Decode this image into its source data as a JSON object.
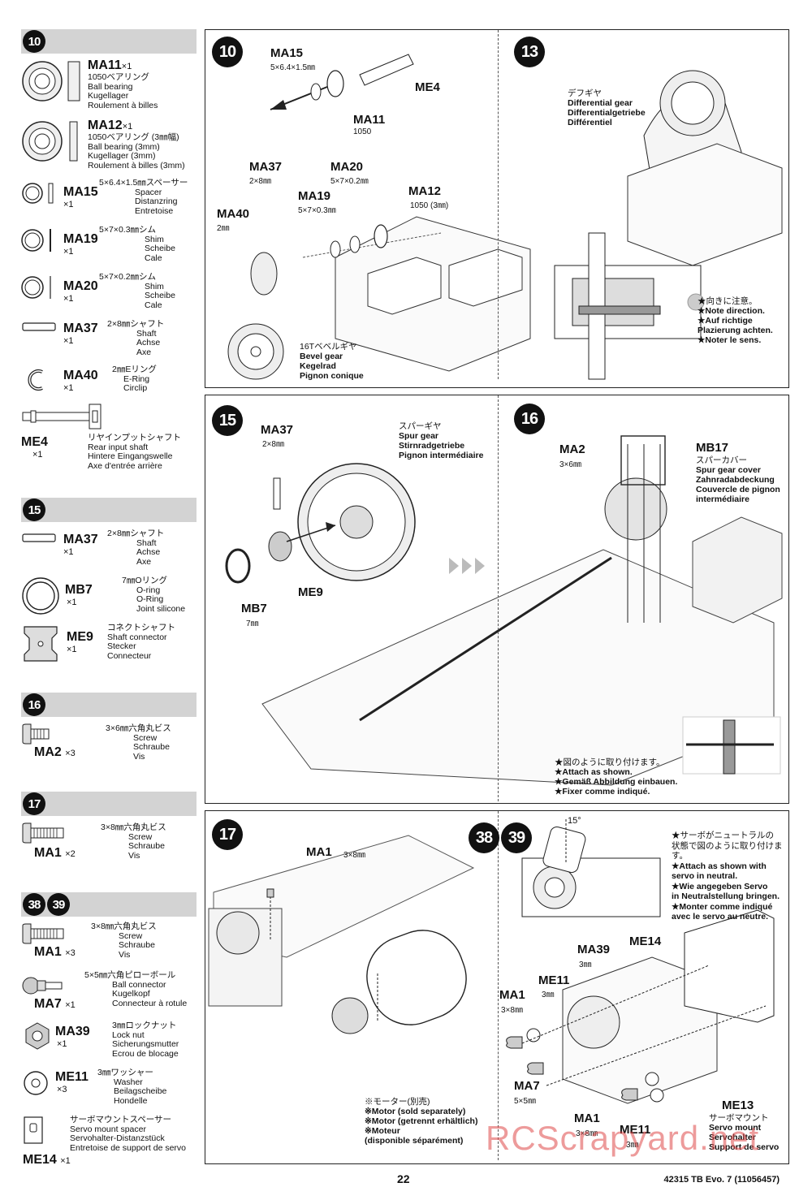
{
  "sidebar": {
    "sec10": {
      "num": "10"
    },
    "ma11": {
      "id": "MA11",
      "qty": "×1",
      "lines": [
        "1050ベアリング",
        "Ball bearing",
        "Kugellager",
        "Roulement à billes"
      ]
    },
    "ma12": {
      "id": "MA12",
      "qty": "×1",
      "lines": [
        "1050ベアリング (3㎜幅)",
        "Ball bearing (3mm)",
        "Kugellager (3mm)",
        "Roulement à billes (3mm)"
      ]
    },
    "ma15": {
      "id": "MA15",
      "qty": "×1",
      "lines": [
        "5×6.4×1.5㎜スペーサー",
        "Spacer",
        "Distanzring",
        "Entretoise"
      ]
    },
    "ma19": {
      "id": "MA19",
      "qty": "×1",
      "lines": [
        "5×7×0.3㎜シム",
        "Shim",
        "Scheibe",
        "Cale"
      ]
    },
    "ma20": {
      "id": "MA20",
      "qty": "×1",
      "lines": [
        "5×7×0.2㎜シム",
        "Shim",
        "Scheibe",
        "Cale"
      ]
    },
    "ma37": {
      "id": "MA37",
      "qty": "×1",
      "lines": [
        "2×8㎜シャフト",
        "Shaft",
        "Achse",
        "Axe"
      ]
    },
    "ma40": {
      "id": "MA40",
      "qty": "×1",
      "lines": [
        "2㎜Eリング",
        "E-Ring",
        "Circlip"
      ]
    },
    "me4": {
      "id": "ME4",
      "qty": "×1",
      "lines": [
        "リヤインプットシャフト",
        "Rear input shaft",
        "Hintere Eingangswelle",
        "Axe d'entrée arrière"
      ]
    },
    "sec15": {
      "num": "15"
    },
    "ma37b": {
      "id": "MA37",
      "qty": "×1",
      "lines": [
        "2×8㎜シャフト",
        "Shaft",
        "Achse",
        "Axe"
      ]
    },
    "mb7": {
      "id": "MB7",
      "qty": "×1",
      "lines": [
        "7㎜Oリング",
        "O-ring",
        "O-Ring",
        "Joint silicone"
      ]
    },
    "me9": {
      "id": "ME9",
      "qty": "×1",
      "lines": [
        "コネクトシャフト",
        "Shaft connector",
        "Stecker",
        "Connecteur"
      ]
    },
    "sec16": {
      "num": "16"
    },
    "ma2": {
      "id": "MA2",
      "qty": "×3",
      "lines": [
        "3×6㎜六角丸ビス",
        "Screw",
        "Schraube",
        "Vis"
      ]
    },
    "sec17": {
      "num": "17"
    },
    "ma1": {
      "id": "MA1",
      "qty": "×2",
      "lines": [
        "3×8㎜六角丸ビス",
        "Screw",
        "Schraube",
        "Vis"
      ]
    },
    "sec3839": {
      "num_a": "38",
      "num_b": "39"
    },
    "ma1b": {
      "id": "MA1",
      "qty": "×3",
      "lines": [
        "3×8㎜六角丸ビス",
        "Screw",
        "Schraube",
        "Vis"
      ]
    },
    "ma7": {
      "id": "MA7",
      "qty": "×1",
      "lines": [
        "5×5㎜六角ピローボール",
        "Ball connector",
        "Kugelkopf",
        "Connecteur à rotule"
      ]
    },
    "ma39": {
      "id": "MA39",
      "qty": "×1",
      "lines": [
        "3㎜ロックナット",
        "Lock nut",
        "Sicherungsmutter",
        "Ecrou de blocage"
      ]
    },
    "me11": {
      "id": "ME11",
      "qty": "×3",
      "lines": [
        "3㎜ワッシャー",
        "Washer",
        "Beilagscheibe",
        "Hondelle"
      ]
    },
    "me14": {
      "id": "ME14",
      "qty": "×1",
      "lines": [
        "サーボマウントスペーサー",
        "Servo mount spacer",
        "Servohalter-Distanzstück",
        "Entretoise de support de servo"
      ]
    }
  },
  "steps": {
    "s10": {
      "num": "10",
      "ma15": "MA15",
      "ma15_size": "5×6.4×1.5㎜",
      "me4": "ME4",
      "ma11": "MA11",
      "ma11_size": "1050",
      "ma37": "MA37",
      "ma37_size": "2×8㎜",
      "ma20": "MA20",
      "ma20_size": "5×7×0.2㎜",
      "ma19": "MA19",
      "ma19_size": "5×7×0.3㎜",
      "ma12": "MA12",
      "ma12_size": "1050 (3㎜)",
      "ma40": "MA40",
      "ma40_size": "2㎜",
      "bevel": [
        "16Tベベルギヤ",
        "Bevel gear",
        "Kegelrad",
        "Pignon conique"
      ]
    },
    "s13": {
      "num": "13",
      "diff": [
        "デフギヤ",
        "Differential gear",
        "Differentialgetriebe",
        "Différentiel"
      ],
      "note": [
        "★向きに注意。",
        "★Note direction.",
        "★Auf richtige",
        "Plazierung achten.",
        "★Noter le sens."
      ]
    },
    "s15": {
      "num": "15",
      "ma37": "MA37",
      "ma37_size": "2×8㎜",
      "spur": [
        "スパーギヤ",
        "Spur gear",
        "Stirnradgetriebe",
        "Pignon intermédiaire"
      ],
      "me9": "ME9",
      "mb7": "MB7",
      "mb7_size": "7㎜"
    },
    "s16": {
      "num": "16",
      "ma2": "MA2",
      "ma2_size": "3×6㎜",
      "mb17": "MB17",
      "cover": [
        "スパーカバー",
        "Spur gear cover",
        "Zahnradabdeckung",
        "Couvercle de pignon",
        "intermédiaire"
      ],
      "attach": [
        "★図のように取り付けます。",
        "★Attach as shown.",
        "★Gemäß Abbildung einbauen.",
        "★Fixer comme indiqué."
      ]
    },
    "s17": {
      "num": "17",
      "ma1": "MA1",
      "ma1_size": "3×8㎜",
      "motor": [
        "※モーター(別売)",
        "※Motor (sold separately)",
        "※Motor (getrennt erhältlich)",
        "※Moteur",
        "(disponible séparément)"
      ]
    },
    "s3839": {
      "num_a": "38",
      "num_b": "39",
      "angle": "15°",
      "servo_note": [
        "★サーボがニュートラルの",
        "状態で図のように取り付けま",
        "す。",
        "★Attach as shown with",
        "servo in neutral.",
        "★Wie angegeben Servo",
        "in Neutralstellung bringen.",
        "★Monter comme indiqué",
        "avec le servo au neutre."
      ],
      "ma39": "MA39",
      "ma39_size": "3㎜",
      "me14": "ME14",
      "me11": "ME11",
      "me11_size": "3㎜",
      "ma1": "MA1",
      "ma1_size": "3×8㎜",
      "ma7": "MA7",
      "ma7_size": "5×5㎜",
      "ma1b": "MA1",
      "ma1b_size": "3×8㎜",
      "me11b": "ME11",
      "me11b_size": "3㎜",
      "me13": "ME13",
      "mount": [
        "サーボマウント",
        "Servo mount",
        "Servohalter",
        "Support de servo"
      ]
    }
  },
  "footer": {
    "page": "22",
    "model": "42315 TB Evo. 7 (11056457)"
  },
  "watermark": "RCScrapyard.net"
}
